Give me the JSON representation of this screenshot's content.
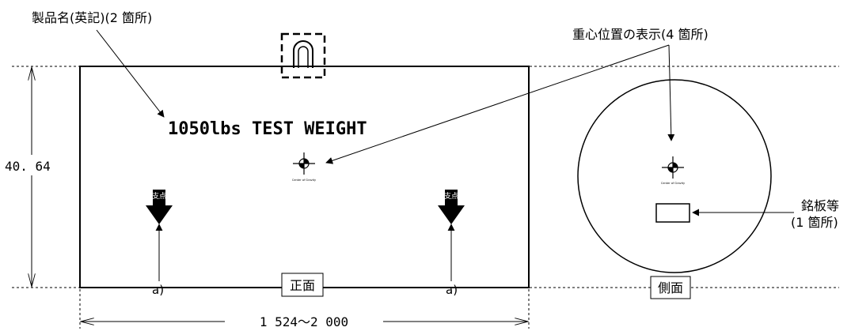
{
  "annotations": {
    "product_name_label": "製品名(英記)(2 箇所)",
    "cog_label": "重心位置の表示(4 箇所)",
    "nameplate_label_line1": "銘板等",
    "nameplate_label_line2": "(1 箇所)"
  },
  "front_view": {
    "product_text": "1050lbs TEST WEIGHT",
    "cog_caption": "Center of Gravity",
    "support_label": "支点",
    "support_marker_left": "a)",
    "support_marker_right": "a)",
    "view_label": "正面"
  },
  "side_view": {
    "cog_caption": "Center of Gravity",
    "view_label": "側面"
  },
  "dimensions": {
    "height": "40. 64",
    "length": "1 524～2 000"
  }
}
